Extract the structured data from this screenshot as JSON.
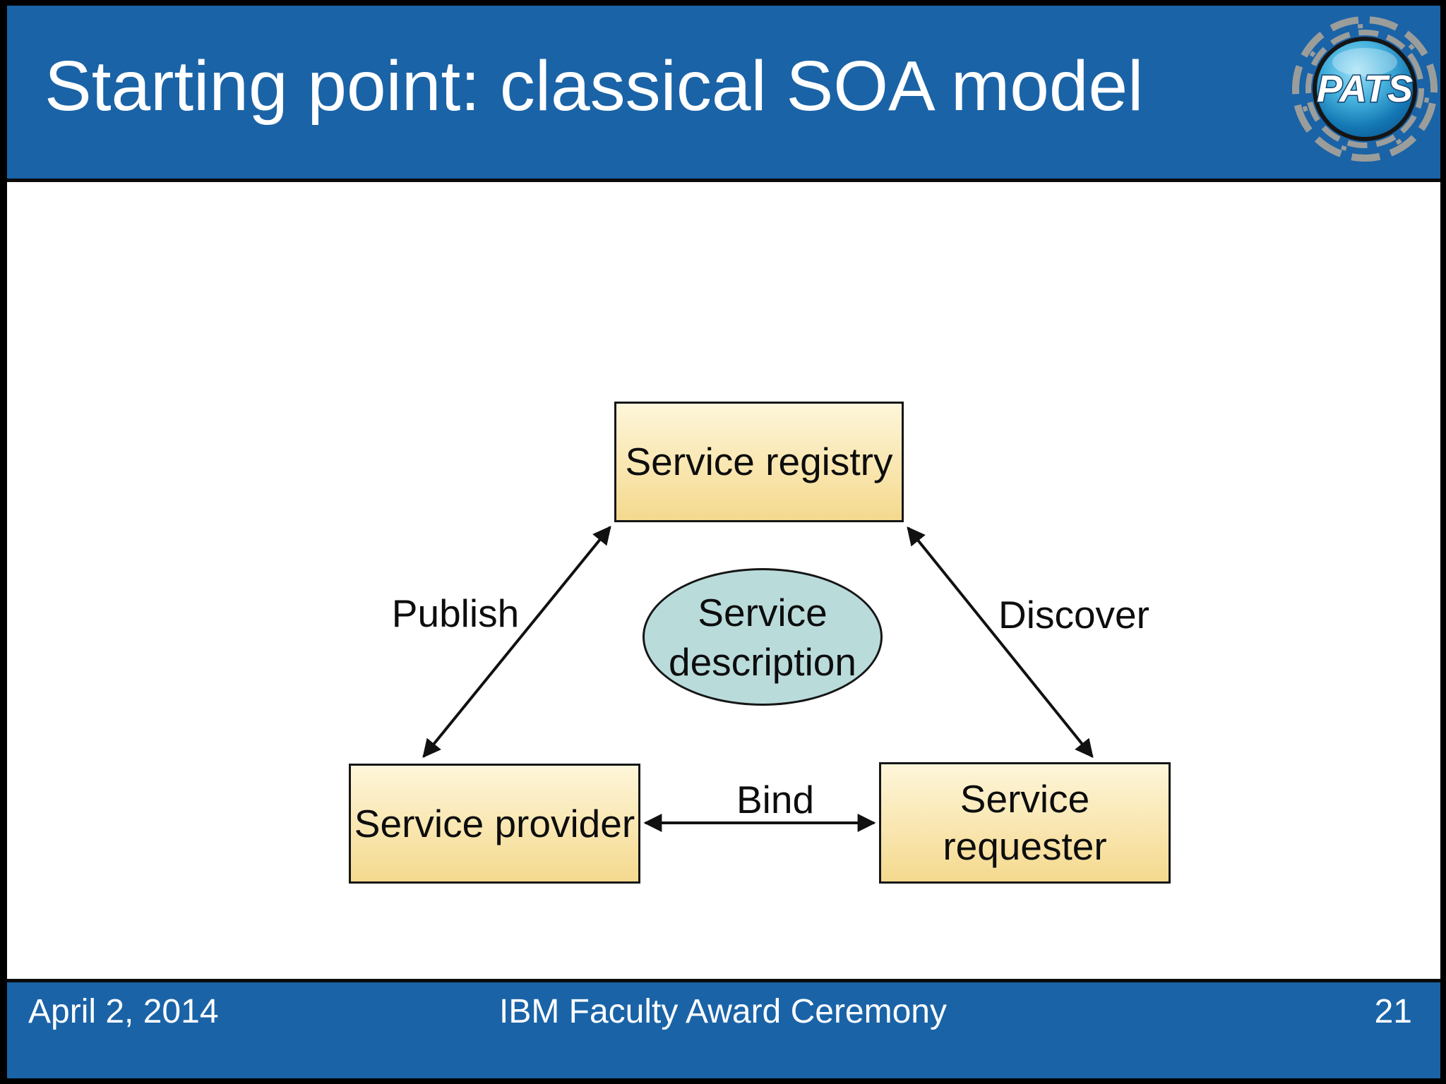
{
  "header": {
    "title": "Starting point: classical SOA model"
  },
  "logo": {
    "text": "PATS"
  },
  "diagram": {
    "nodes": {
      "registry": {
        "label": "Service registry"
      },
      "provider": {
        "label": "Service provider"
      },
      "requester": {
        "line1": "Service",
        "line2": "requester"
      },
      "description": {
        "line1": "Service",
        "line2": "description"
      }
    },
    "edges": {
      "publish": {
        "label": "Publish"
      },
      "discover": {
        "label": "Discover"
      },
      "bind": {
        "label": "Bind"
      }
    }
  },
  "footer": {
    "date": "April 2, 2014",
    "center": "IBM Faculty Award Ceremony",
    "page": "21"
  },
  "colors": {
    "bar_blue": "#1A63A7",
    "box_gradient_top": "#FEF6DA",
    "box_gradient_bottom": "#F4D98E",
    "ellipse_fill": "#B9DCDB",
    "border_black": "#161616",
    "title_text": "#FFFFFF",
    "logo_ring_gray": "#9B9D9B"
  }
}
